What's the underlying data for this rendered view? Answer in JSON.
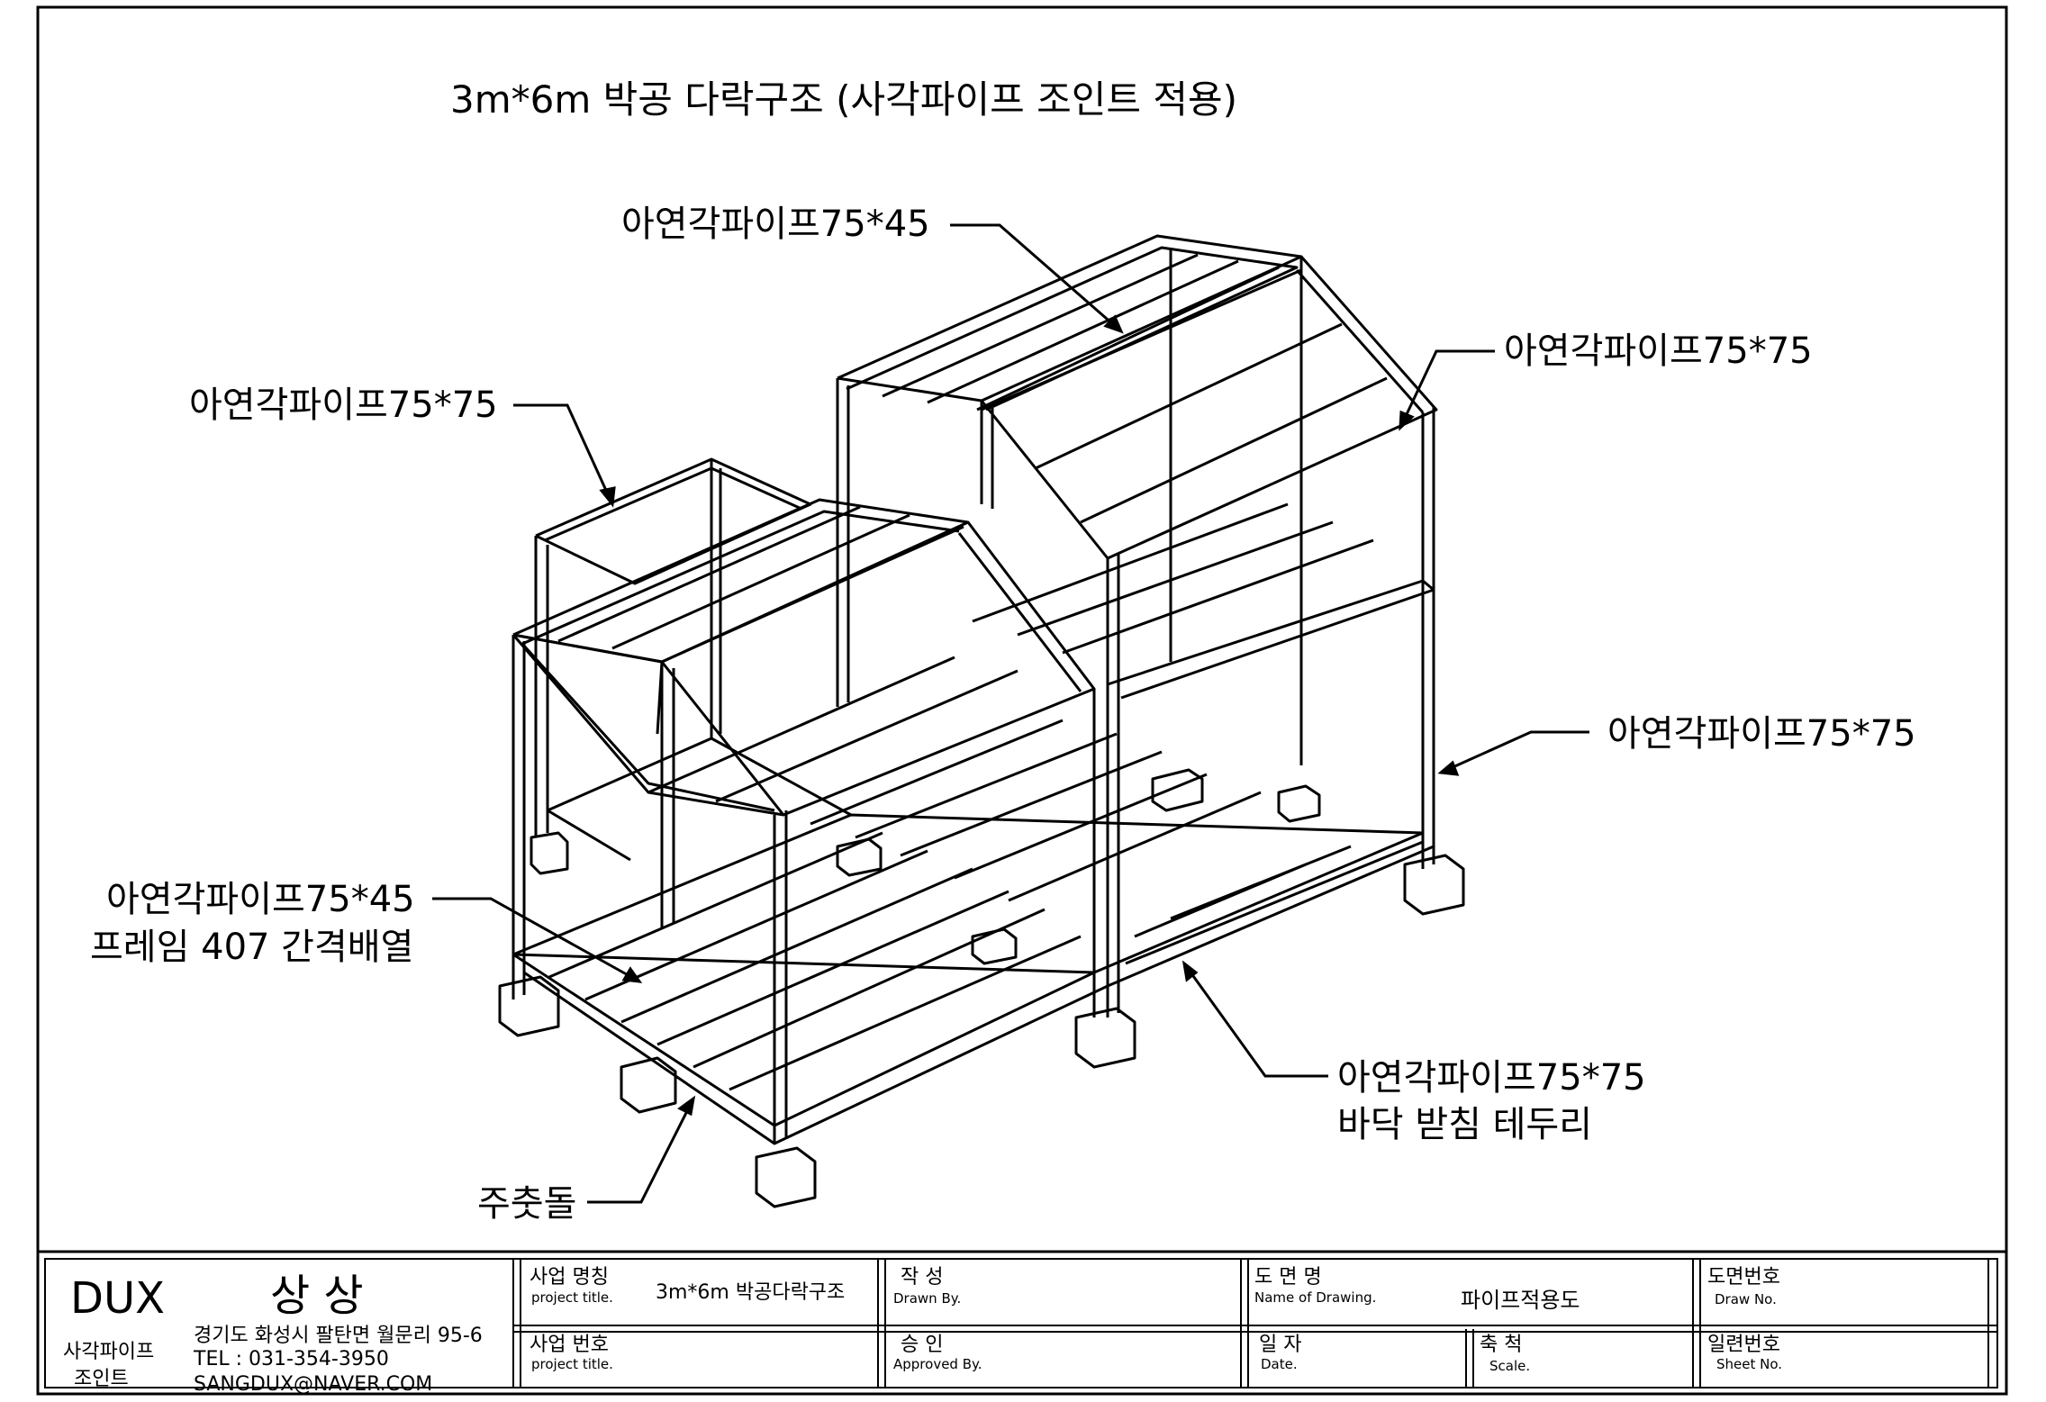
{
  "drawing": {
    "title": "3m*6m 박공 다락구조 (사각파이프 조인트 적용)",
    "labels": {
      "top_purlin": "아연각파이프75*45",
      "upper_left_frame": "아연각파이프75*75",
      "right_roof_frame": "아연각파이프75*75",
      "right_column": "아연각파이프75*75",
      "floor_joist_line1": "아연각파이프75*45",
      "floor_joist_line2": "프레임 407 간격배열",
      "floor_edge_line1": "아연각파이프75*75",
      "floor_edge_line2": "바닥 받침 테두리",
      "foundation": "주춧돌"
    }
  },
  "title_block": {
    "company": "DUX",
    "company_kr": "상 상",
    "sub1": "사각파이프",
    "sub2": "조인트",
    "address": "경기도 화성시 팔탄면 월문리 95-6",
    "tel": "TEL : 031-354-3950",
    "email": "SANGDUX@NAVER.COM",
    "project_name_kr": "사업 명칭",
    "project_name_en": "project title.",
    "project_name_value": "3m*6m 박공다락구조",
    "drawn_kr": "작 성",
    "drawn_en": "Drawn By.",
    "drawing_name_kr": "도 면 명",
    "drawing_name_en": "Name of Drawing.",
    "drawing_name_value": "파이프적용도",
    "draw_no_kr": "도면번호",
    "draw_no_en": "Draw No.",
    "project_no_kr": "사업 번호",
    "project_no_en": "project title.",
    "approved_kr": "승 인",
    "approved_en": "Approved By.",
    "date_kr": "일 자",
    "date_en": "Date.",
    "scale_kr": "축 척",
    "scale_en": "Scale.",
    "sheet_no_kr": "일련번호",
    "sheet_no_en": "Sheet No."
  }
}
